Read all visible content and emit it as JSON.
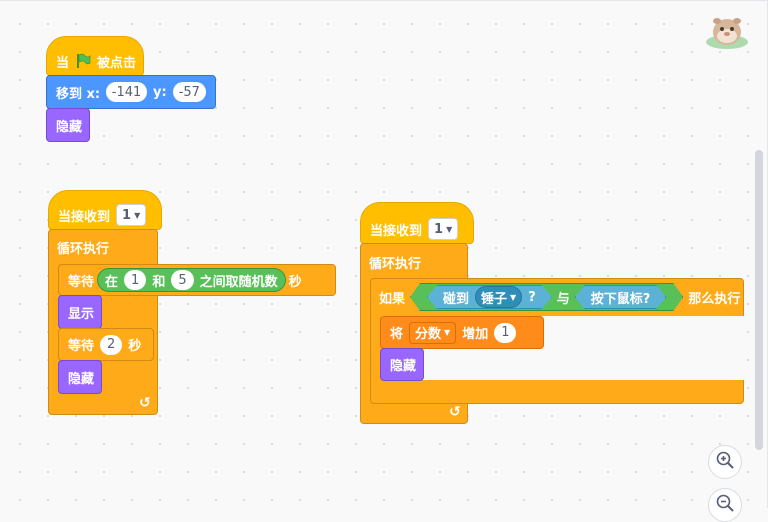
{
  "script1": {
    "hat": {
      "prefix": "当",
      "suffix": "被点击"
    },
    "goto": {
      "label": "移到 x:",
      "x_value": "-141",
      "y_label": "y:",
      "y_value": "-57"
    },
    "hide": "隐藏"
  },
  "script2": {
    "hat": {
      "label": "当接收到",
      "message": "1"
    },
    "forever": "循环执行",
    "wait_random": {
      "label": "等待",
      "in": "在",
      "from": "1",
      "and": "和",
      "to": "5",
      "between": "之间取随机数",
      "unit": "秒"
    },
    "show": "显示",
    "wait": {
      "label": "等待",
      "value": "2",
      "unit": "秒"
    },
    "hide": "隐藏"
  },
  "script3": {
    "hat": {
      "label": "当接收到",
      "message": "1"
    },
    "forever": "循环执行",
    "if": {
      "label": "如果",
      "then": "那么执行"
    },
    "touching": {
      "label": "碰到",
      "target": "锤子",
      "q": "?"
    },
    "and": "与",
    "mouse_down": "按下鼠标?",
    "change": {
      "label": "将",
      "variable": "分数",
      "by": "增加",
      "value": "1"
    },
    "hide": "隐藏"
  },
  "zoom": {
    "in_icon": "zoom-in-icon",
    "out_icon": "zoom-out-icon"
  },
  "colors": {
    "events": "#ffbf00",
    "motion": "#4c97ff",
    "looks": "#9966ff",
    "control": "#ffab19",
    "operators": "#59c059",
    "sensing": "#5cb1d6",
    "variables": "#ff8c1a"
  }
}
